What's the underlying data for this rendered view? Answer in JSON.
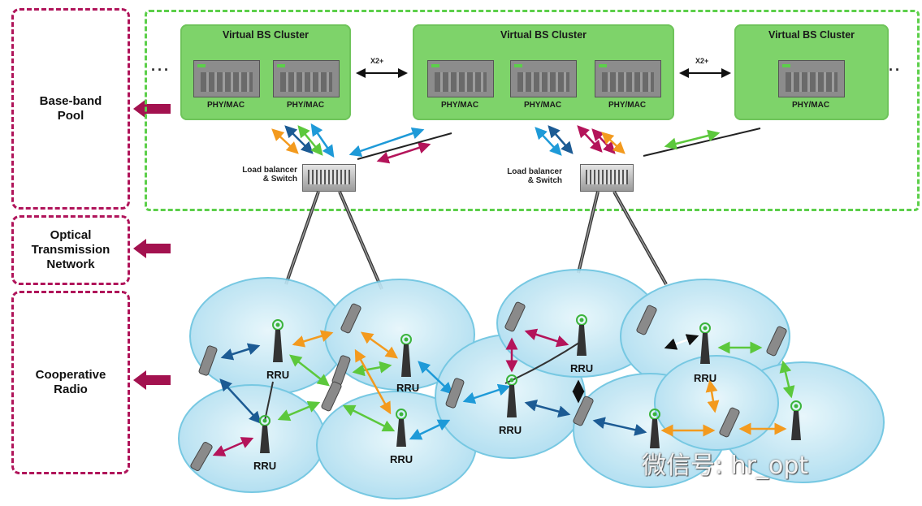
{
  "sidebar": {
    "baseband_pool": "Base-band\nPool",
    "optical_network": "Optical\nTransmission\nNetwork",
    "cooperative_radio": "Cooperative\nRadio"
  },
  "pool": {
    "clusters": [
      {
        "title": "Virtual BS Cluster",
        "units": [
          "PHY/MAC",
          "PHY/MAC"
        ]
      },
      {
        "title": "Virtual BS Cluster",
        "units": [
          "PHY/MAC",
          "PHY/MAC",
          "PHY/MAC"
        ]
      },
      {
        "title": "Virtual BS Cluster",
        "units": [
          "PHY/MAC"
        ]
      }
    ],
    "x2_label": "X2+",
    "ellipsis": "···",
    "load_balancer": "Load balancer\n& Switch"
  },
  "radio": {
    "rru_label": "RRU"
  },
  "watermark": "微信号: hr_opt",
  "colors": {
    "cell_fill": "#bfe6f4",
    "cell_stroke": "#6cc4e0",
    "pool_border": "#5ccf4a",
    "cluster_fill": "#7ed36a",
    "side_border": "#b0145a",
    "link_orange": "#f39a1e",
    "link_green": "#5cc83c",
    "link_blue": "#1e9ad8",
    "link_navy": "#1c5b94",
    "link_magenta": "#b4145a"
  }
}
